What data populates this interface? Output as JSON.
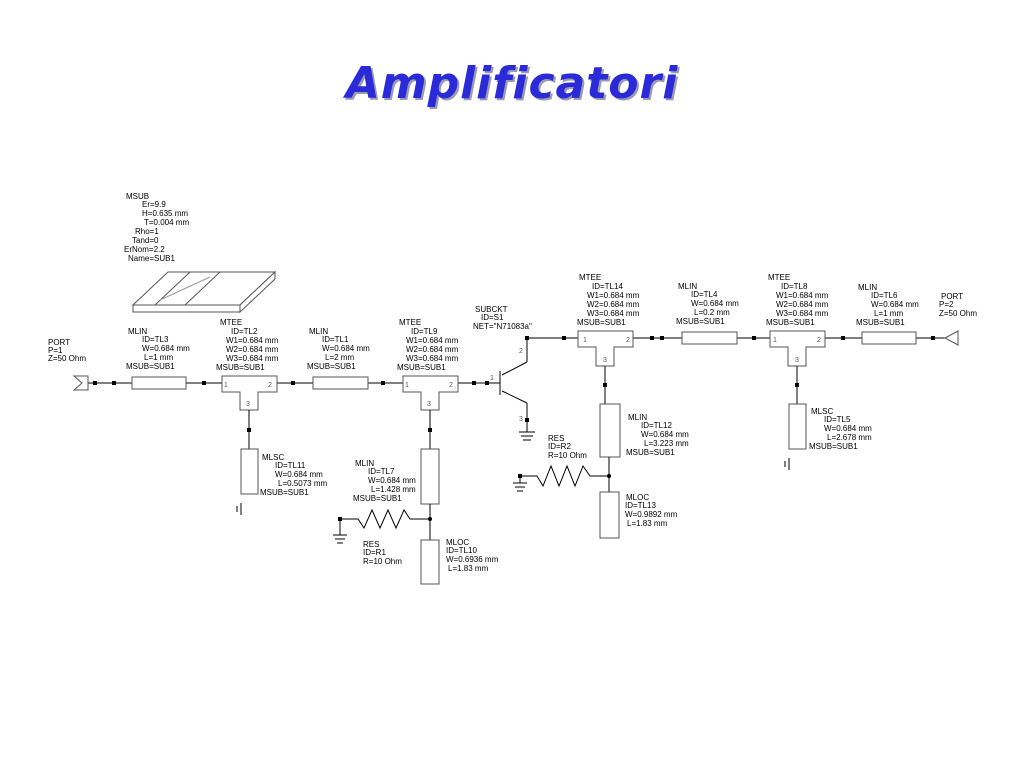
{
  "page": {
    "title": "Amplificatori"
  },
  "msub": {
    "lines": [
      "MSUB",
      "Er=9.9",
      "H=0.635 mm",
      "T=0.004 mm",
      "Rho=1",
      "Tand=0",
      "ErNom=2.2",
      "Name=SUB1"
    ]
  },
  "components": {
    "port1": [
      "PORT",
      "P=1",
      "Z=50 Ohm"
    ],
    "tl3": [
      "MLIN",
      "ID=TL3",
      "W=0.684 mm",
      "L=1 mm",
      "MSUB=SUB1"
    ],
    "tl2": [
      "MTEE",
      "ID=TL2",
      "W1=0.684 mm",
      "W2=0.684 mm",
      "W3=0.684 mm",
      "MSUB=SUB1"
    ],
    "tl1": [
      "MLIN",
      "ID=TL1",
      "W=0.684 mm",
      "L=2 mm",
      "MSUB=SUB1"
    ],
    "tl9": [
      "MTEE",
      "ID=TL9",
      "W1=0.684 mm",
      "W2=0.684 mm",
      "W3=0.684 mm",
      "MSUB=SUB1"
    ],
    "s1": [
      "SUBCKT",
      "ID=S1",
      "NET=\"N71083a\""
    ],
    "tl14": [
      "MTEE",
      "ID=TL14",
      "W1=0.684 mm",
      "W2=0.684 mm",
      "W3=0.684 mm",
      "MSUB=SUB1"
    ],
    "tl4": [
      "MLIN",
      "ID=TL4",
      "W=0.684 mm",
      "L=0.2 mm",
      "MSUB=SUB1"
    ],
    "tl8": [
      "MTEE",
      "ID=TL8",
      "W1=0.684 mm",
      "W2=0.684 mm",
      "W3=0.684 mm",
      "MSUB=SUB1"
    ],
    "tl6": [
      "MLIN",
      "ID=TL6",
      "W=0.684 mm",
      "L=1 mm",
      "MSUB=SUB1"
    ],
    "port2": [
      "PORT",
      "P=2",
      "Z=50 Ohm"
    ],
    "tl11": [
      "MLSC",
      "ID=TL11",
      "W=0.684 mm",
      "L=0.5073 mm",
      "MSUB=SUB1"
    ],
    "tl7": [
      "MLIN",
      "ID=TL7",
      "W=0.684 mm",
      "L=1.428 mm",
      "MSUB=SUB1"
    ],
    "r1": [
      "RES",
      "ID=R1",
      "R=10 Ohm"
    ],
    "tl10": [
      "MLOC",
      "ID=TL10",
      "W=0.6936 mm",
      "L=1.83 mm"
    ],
    "r2": [
      "RES",
      "ID=R2",
      "R=10 Ohm"
    ],
    "tl12": [
      "MLIN",
      "ID=TL12",
      "W=0.684 mm",
      "L=3.223 mm",
      "MSUB=SUB1"
    ],
    "tl13": [
      "MLOC",
      "ID=TL13",
      "W=0.9892 mm",
      "L=1.83 mm"
    ],
    "tl5": [
      "MLSC",
      "ID=TL5",
      "W=0.684 mm",
      "L=2.678 mm",
      "MSUB=SUB1"
    ]
  },
  "pins": {
    "one": "1",
    "two": "2",
    "three": "3"
  }
}
